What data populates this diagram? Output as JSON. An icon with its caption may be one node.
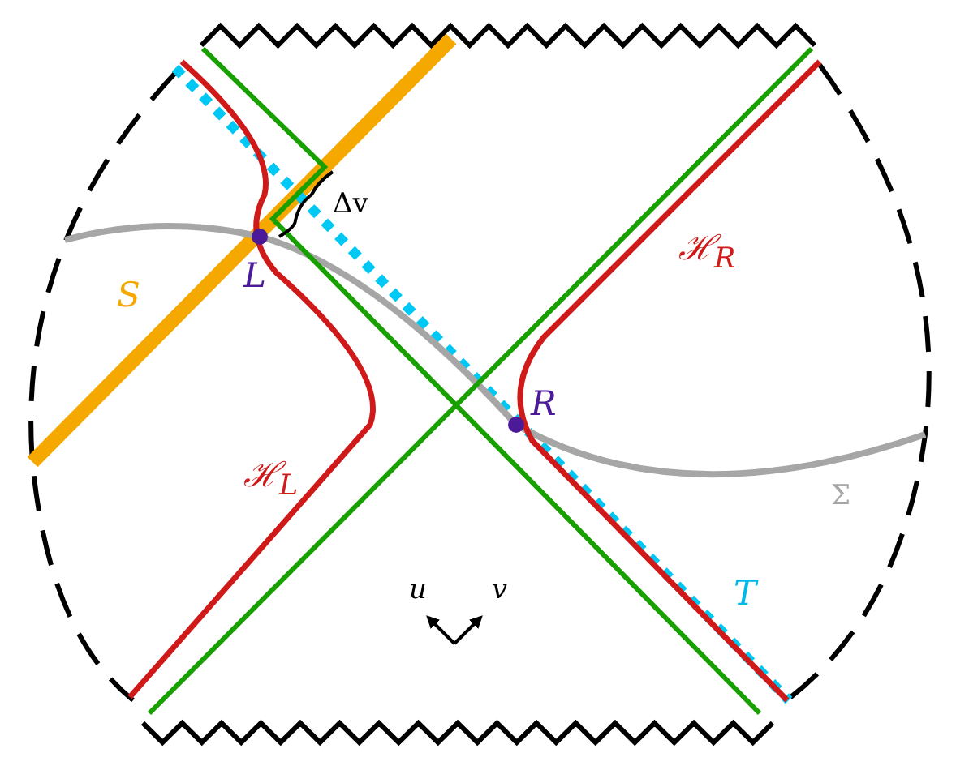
{
  "diagram": {
    "labels": [
      "S",
      "L",
      "Δv",
      "ℋ$_{R}$",
      "R",
      "ℋ$_{L}$",
      "Σ",
      "u",
      "v",
      "T"
    ]
  }
}
